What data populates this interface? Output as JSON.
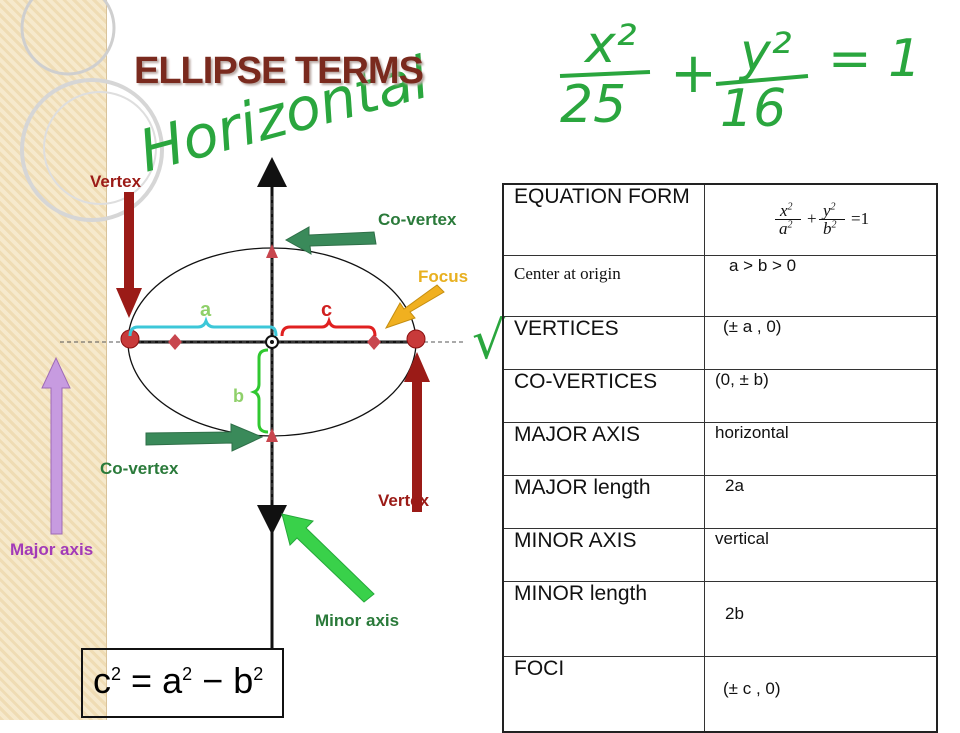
{
  "title": "ELLIPSE TERMS",
  "handwriting": {
    "word": "Horizontal",
    "eq_x_num": "x²",
    "eq_x_den": "25",
    "eq_plus": "+",
    "eq_y_num": "y²",
    "eq_y_den": "16",
    "eq_equals": "= 1",
    "check": "√"
  },
  "labels": {
    "vertex_top": "Vertex",
    "covertex_top": "Co-vertex",
    "focus": "Focus",
    "covertex_bottom": "Co-vertex",
    "vertex_bottom": "Vertex",
    "major_axis": "Major axis",
    "minor_axis": "Minor axis",
    "a": "a",
    "c": "c",
    "b": "b"
  },
  "table": {
    "equation_form_label": "EQUATION FORM",
    "equation": {
      "x_num": "x",
      "a_den": "a",
      "y_num": "y",
      "b_den": "b",
      "sq": "2",
      "plus": "+",
      "eq": "=1"
    },
    "rows": [
      {
        "key": "Center at origin",
        "value": "a > b > 0"
      },
      {
        "key": "VERTICES",
        "value": "(± a , 0)"
      },
      {
        "key": "CO-VERTICES",
        "value": "(0, ± b)"
      },
      {
        "key": "MAJOR AXIS",
        "value": "horizontal"
      },
      {
        "key": "MAJOR length",
        "value": "2a"
      },
      {
        "key": "MINOR AXIS",
        "value": "vertical"
      },
      {
        "key": "MINOR length",
        "value": "2b"
      },
      {
        "key": "FOCI",
        "value": "(± c , 0)"
      }
    ]
  },
  "formula": {
    "c": "c",
    "a": "a",
    "b": "b",
    "sq": "2",
    "eq": "=",
    "minus": "−"
  },
  "colors": {
    "title": "#7a2a1e",
    "vertex_arrow": "#9b1b17",
    "covertex_arrow": "#3a8a5a",
    "focus_arrow": "#f0b020",
    "major_arrow": "#c79be0",
    "minor_arrow": "#39d14a",
    "a_brace": "#3cc7d8",
    "c_brace": "#e02020",
    "b_brace": "#30c830",
    "handwriting": "#2aa63e"
  }
}
